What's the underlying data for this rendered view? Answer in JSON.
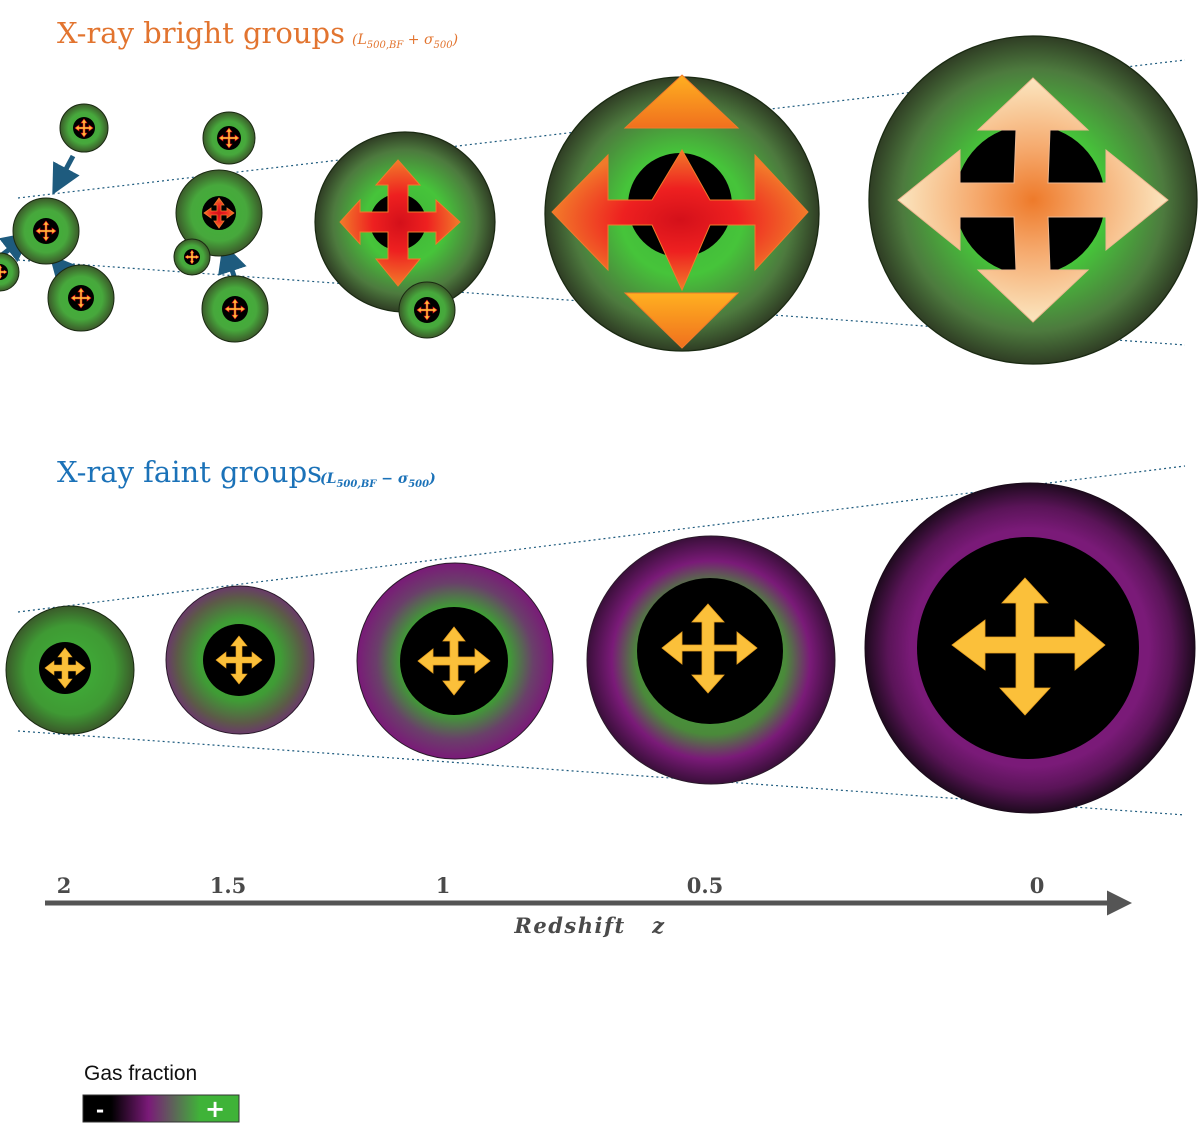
{
  "panels": {
    "bright": {
      "title": "X-ray bright groups",
      "subtitle_open": "(L",
      "subtitle_sub1": "500,BF",
      "subtitle_mid": " + σ",
      "subtitle_sub2": "500",
      "subtitle_close": ")",
      "color": "#e2742f"
    },
    "faint": {
      "title": "X-ray faint groups",
      "subtitle_open": "(L",
      "subtitle_sub1": "500,BF",
      "subtitle_mid": " − σ",
      "subtitle_sub2": "500",
      "subtitle_close": ")",
      "color": "#1b72b8"
    }
  },
  "axis": {
    "label": "Redshift   z",
    "ticks": [
      "2",
      "1.5",
      "1",
      "0.5",
      "0"
    ]
  },
  "legend": {
    "title": "Gas fraction",
    "minus": "-",
    "plus": "+",
    "colors": [
      "#000000",
      "#7a1a78",
      "#3fb338"
    ]
  },
  "colors": {
    "gas_green": "#3fb338",
    "gas_purple": "#7a1a78",
    "merger_arrow": "#1e5b7e",
    "bright_arrow_hot": "#e8101a",
    "bright_arrow_warm": "#ffb020",
    "bright_arrow_cool": "#f9e2b4",
    "faint_arrow": "#fbc03a",
    "guide_line": "#1e5b7e",
    "axis_line": "#555555"
  }
}
